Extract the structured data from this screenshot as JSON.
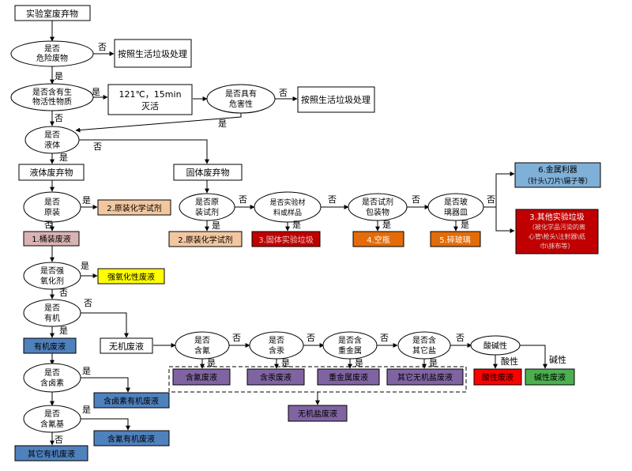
{
  "start": "实验室废弃物",
  "labels": {
    "yes": "是",
    "no": "否",
    "acidic": "酸性",
    "alkaline": "碱性"
  },
  "decisions": {
    "hazardous": [
      "是否",
      "危险废物"
    ],
    "biological": [
      "是否含有生",
      "物活性物质"
    ],
    "harmful": [
      "是否具有",
      "危害性"
    ],
    "liquid": [
      "是否",
      "液体"
    ],
    "original_pack": [
      "是否",
      "原装"
    ],
    "oxidizer": [
      "是否强",
      "氧化剂"
    ],
    "organic": [
      "是否",
      "有机"
    ],
    "halogen": [
      "是否",
      "含卤素"
    ],
    "cyanide_group": [
      "是否",
      "含氰基"
    ],
    "original_reagent": [
      "是否原",
      "装试剂"
    ],
    "exp_material": [
      "是否实验材",
      "料或样品"
    ],
    "reagent_package": [
      "是否试剂",
      "包装物"
    ],
    "glassware": [
      "是否玻",
      "璃器皿"
    ],
    "has_cyanide": [
      "是否",
      "含氰"
    ],
    "has_mercury": [
      "是否",
      "含汞"
    ],
    "heavy_metal": [
      "是否含",
      "重金属"
    ],
    "other_salt": [
      "是否含",
      "其它盐"
    ]
  },
  "boxes": {
    "domestic1": "按照生活垃圾处理",
    "inactivate": [
      "121℃，15min",
      "灭活"
    ],
    "domestic2": "按照生活垃圾处理",
    "liquid_waste": "液体废弃物",
    "solid_waste": "固体废弃物",
    "inorganic_waste": "无机废液",
    "acid_base": "酸碱性"
  },
  "categories": {
    "original_chem_1": "2.原装化学试剂",
    "bucket_liquid": "1.桶装废液",
    "strong_oxidizer": "强氧化性废液",
    "organic_waste": "有机废液",
    "halogen_organic": "含卤素有机废液",
    "cyanide_organic": "含氰有机废液",
    "other_organic": "其它有机废液",
    "original_chem_2": "2.原装化学试剂",
    "solid_lab_waste": "3.固体实验垃圾",
    "empty_bottle": "4.空瓶",
    "broken_glass": "5.碎玻璃",
    "metal_sharps": [
      "6.金属利器",
      "（针头\\刀片\\镊子等）"
    ],
    "other_lab_waste": [
      "3.其他实验垃圾",
      "（被化学品污染的离",
      "心管\\枪头\\注射器\\纸",
      "巾\\抹布等）"
    ],
    "cyanide_liquid": "含氰废液",
    "mercury_liquid": "含汞废液",
    "heavy_metal_liquid": "重金属废液",
    "other_inorganic_salt": "其它无机盐废液",
    "inorganic_salt": "无机盐废液",
    "acid_liquid": "酸性废液",
    "alkaline_liquid": "碱性废液"
  },
  "colors": {
    "tan": "#f2c7a0",
    "pink": "#d9b3b3",
    "yellow": "#ffff00",
    "blue": "#4f81bd",
    "dark_red": "#c00000",
    "orange": "#e36c09",
    "steel_blue": "#7fb0d8",
    "purple": "#8064a2",
    "red": "#ff0000",
    "green": "#4caf50"
  }
}
